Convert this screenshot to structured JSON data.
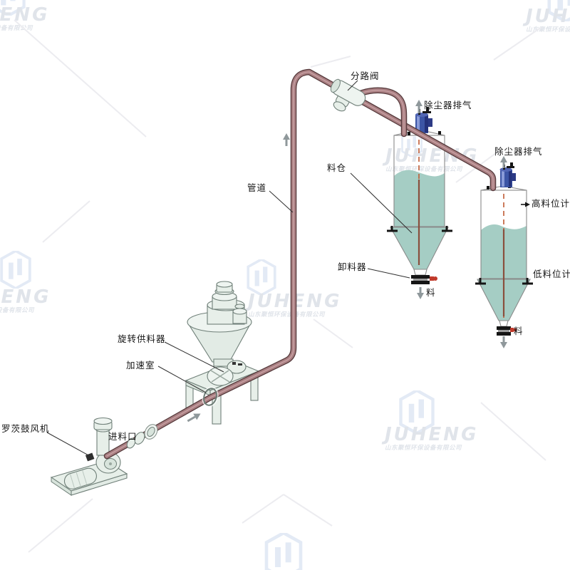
{
  "diagram": {
    "labels": {
      "diverter_valve": "分路阀",
      "dust_exhaust_1": "除尘器排气",
      "dust_exhaust_2": "除尘器排气",
      "silo": "料仓",
      "discharger": "卸料器",
      "material_1": "料",
      "material_2": "料",
      "high_level_gauge": "高料位计",
      "low_level_gauge": "低料位计",
      "pipeline": "管道",
      "rotary_feeder": "旋转供料器",
      "acceleration_chamber": "加速室",
      "feed_inlet": "进料口",
      "roots_blower": "罗茨鼓风机"
    },
    "colors": {
      "pipe": "#a87e81",
      "pipe_outline": "#54383a",
      "material_fill": "#a5cdc4",
      "equipment_fill": "#e7efe9",
      "equipment_outline": "#6f7f78",
      "dust_collector_blue": "#3c55a5",
      "centerline_red": "#bf5a33",
      "discharger_red": "#c03a2b",
      "arrow_gray": "#8f989b",
      "watermark_text": "#e0e4ea",
      "watermark_logo": "#e3eaf5"
    }
  },
  "watermark": {
    "brand": "JUHENG",
    "company": "山东聚恒环保设备有限公司"
  }
}
